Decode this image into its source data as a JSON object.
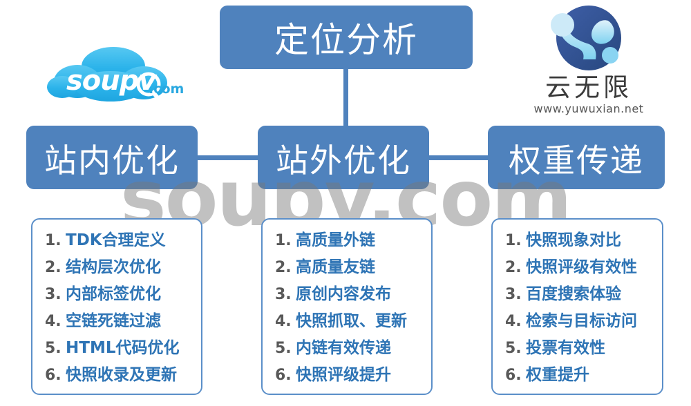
{
  "colors": {
    "box_blue": "#4f82bd",
    "panel_border": "#5b8fc9",
    "list_text": "#2e74b5",
    "list_number": "#595959",
    "watermark": "rgba(120,120,120,0.46)",
    "logo_cyan": "#29a8e0",
    "logo_dark_blue": "#2e5f9e"
  },
  "diagram": {
    "root": {
      "label": "定位分析"
    },
    "branches": [
      {
        "key": "inner",
        "label": "站内优化"
      },
      {
        "key": "outer",
        "label": "站外优化"
      },
      {
        "key": "weight",
        "label": "权重传递"
      }
    ],
    "panels": {
      "inner": {
        "items": [
          {
            "num": "1.",
            "text": "TDK合理定义"
          },
          {
            "num": "2.",
            "text": "结构层次优化"
          },
          {
            "num": "3.",
            "text": "内部标签优化"
          },
          {
            "num": "4.",
            "text": "空链死链过滤"
          },
          {
            "num": "5.",
            "text": "HTML代码优化"
          },
          {
            "num": "6.",
            "text": "快照收录及更新"
          }
        ]
      },
      "outer": {
        "items": [
          {
            "num": "1.",
            "text": "高质量外链"
          },
          {
            "num": "2.",
            "text": "高质量友链"
          },
          {
            "num": "3.",
            "text": "原创内容发布"
          },
          {
            "num": "4.",
            "text": "快照抓取、更新"
          },
          {
            "num": "5.",
            "text": "内链有效传递"
          },
          {
            "num": "6.",
            "text": "快照评级提升"
          }
        ]
      },
      "weight": {
        "items": [
          {
            "num": "1.",
            "text": "快照现象对比"
          },
          {
            "num": "2.",
            "text": "快照评级有效性"
          },
          {
            "num": "3.",
            "text": "百度搜索体验"
          },
          {
            "num": "4.",
            "text": "检索与目标访问"
          },
          {
            "num": "5.",
            "text": "投票有效性"
          },
          {
            "num": "6.",
            "text": "权重提升"
          }
        ]
      }
    }
  },
  "watermark": {
    "text": "soupv.com"
  },
  "logo_left": {
    "wordmark": "soupv",
    "suffix": ".com",
    "icon": "cloud-magnifier-icon"
  },
  "logo_right": {
    "brand": "云无限",
    "url": "www.yuwuxian.net",
    "icon": "yuwuxian-globe-icon"
  }
}
